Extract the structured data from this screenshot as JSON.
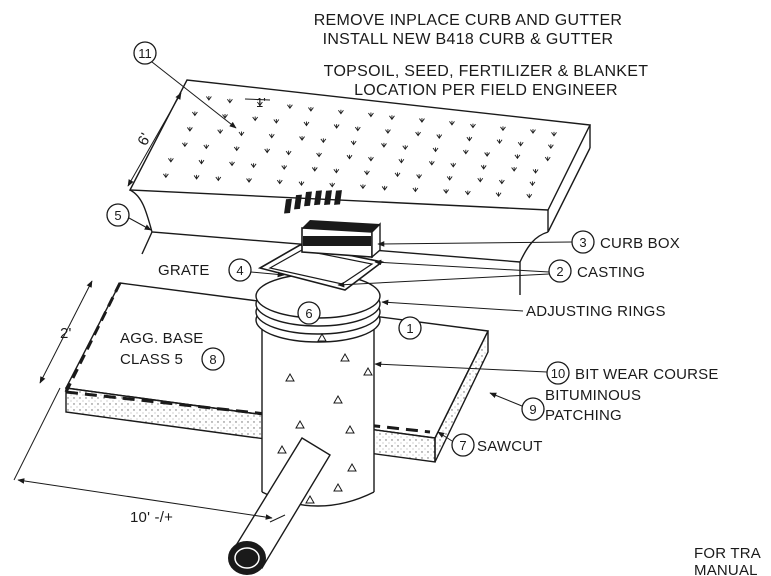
{
  "notes": {
    "line1": "REMOVE  INPLACE CURB AND GUTTER",
    "line2": "INSTALL NEW B418 CURB & GUTTER",
    "line3": "TOPSOIL, SEED, FERTILIZER & BLANKET",
    "line4": "LOCATION PER FIELD ENGINEER",
    "footer1": "FOR TRA",
    "footer2": "MANUAL"
  },
  "callouts": [
    {
      "num": "1",
      "label": ""
    },
    {
      "num": "2",
      "label": "CASTING"
    },
    {
      "num": "3",
      "label": "CURB BOX"
    },
    {
      "num": "4",
      "label": "GRATE"
    },
    {
      "num": "5",
      "label": ""
    },
    {
      "num": "6",
      "label": ""
    },
    {
      "num": "7",
      "label": "SAWCUT"
    },
    {
      "num": "8",
      "label": "AGG. BASE"
    },
    {
      "num": "9",
      "label": "BITUMINOUS"
    },
    {
      "num": "10",
      "label": "BIT WEAR COURSE"
    },
    {
      "num": "11",
      "label": ""
    }
  ],
  "labels": {
    "adjusting_rings": "ADJUSTING RINGS",
    "agg_base_line2": "CLASS 5",
    "bituminous_line2": "PATCHING"
  },
  "dimensions": {
    "d1": "1'",
    "d6": "6'",
    "d2": "2'",
    "d10": "10' -/+"
  },
  "colors": {
    "ink": "#1a1a1a",
    "paper": "#ffffff",
    "fill_light": "#f4f4f4"
  }
}
